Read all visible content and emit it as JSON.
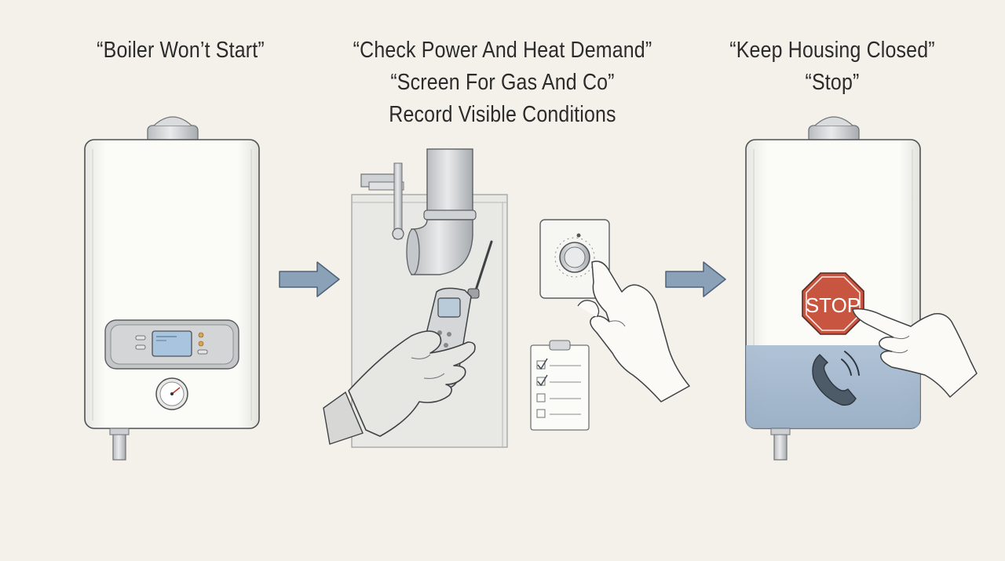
{
  "steps": [
    {
      "lines": [
        "“Boiler Won’t Start”"
      ]
    },
    {
      "lines": [
        "“Check Power And Heat Demand”",
        "“Screen For Gas And Co”",
        "Record Visible Conditions"
      ]
    },
    {
      "lines": [
        "“Keep Housing Closed”",
        "“Stop”"
      ]
    }
  ],
  "stop_sign": {
    "text": "STOP"
  },
  "colors": {
    "background": "#f3f1ea",
    "arrow": "#8aa1b8",
    "stop_red": "#c8553f",
    "water_blue": "#9fb4cb",
    "boiler_body": "#fbfbf8",
    "display_blue": "#a9c4de"
  }
}
